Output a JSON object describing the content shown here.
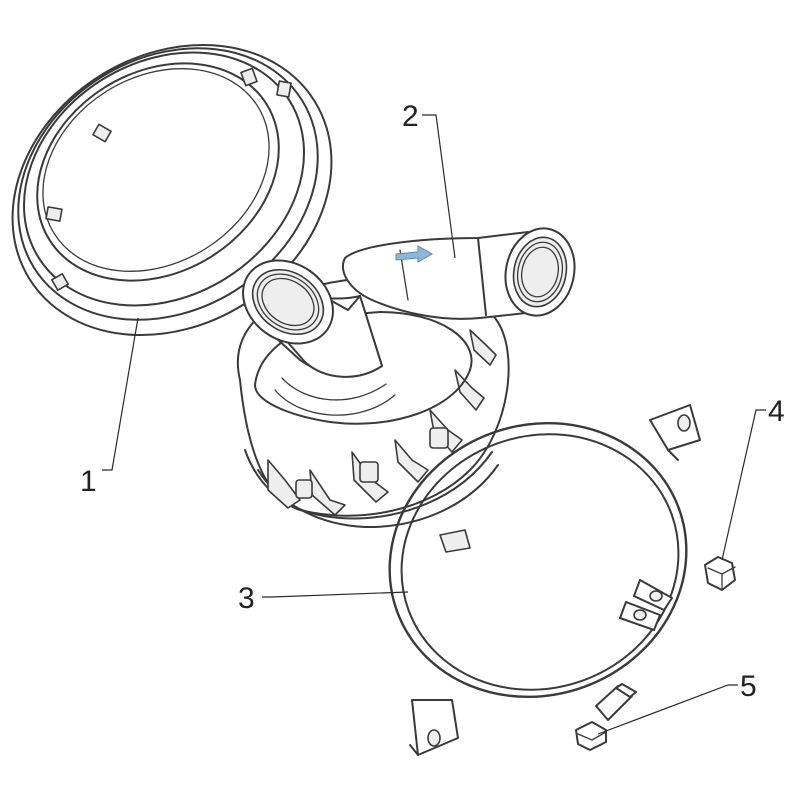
{
  "callouts": [
    {
      "id": "1",
      "label": "1"
    },
    {
      "id": "2",
      "label": "2"
    },
    {
      "id": "3",
      "label": "3"
    },
    {
      "id": "4",
      "label": "4"
    },
    {
      "id": "5",
      "label": "5"
    }
  ],
  "colors": {
    "line": "#3a3a3a",
    "arrow": "#8fb8d8"
  }
}
